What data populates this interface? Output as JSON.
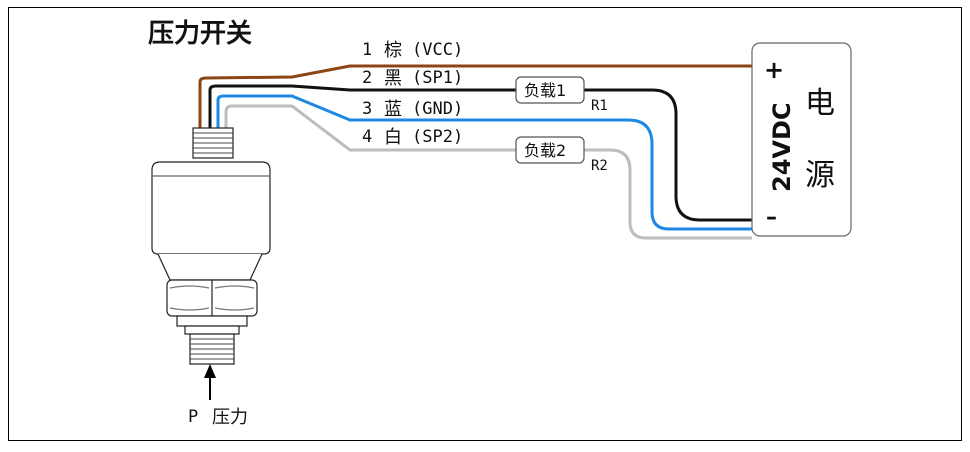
{
  "title": "压力开关",
  "wires": [
    {
      "num": "1",
      "color_name": "棕",
      "signal": "(VCC)",
      "stroke": "#8B4513"
    },
    {
      "num": "2",
      "color_name": "黑",
      "signal": "(SP1)",
      "stroke": "#111111"
    },
    {
      "num": "3",
      "color_name": "蓝",
      "signal": "(GND)",
      "stroke": "#1E88E5"
    },
    {
      "num": "4",
      "color_name": "白",
      "signal": "(SP2)",
      "stroke": "#BDBDBD"
    }
  ],
  "loads": [
    {
      "label": "负载1",
      "ref": "R1"
    },
    {
      "label": "负载2",
      "ref": "R2"
    }
  ],
  "power_supply": {
    "plus": "+",
    "minus": "–",
    "voltage": "24VDC",
    "name_line1": "电",
    "name_line2": "源"
  },
  "pressure": {
    "symbol": "P",
    "label": "压力"
  },
  "colors": {
    "frame": "#000000",
    "body_fill": "#ffffff",
    "body_stroke": "#222222"
  }
}
